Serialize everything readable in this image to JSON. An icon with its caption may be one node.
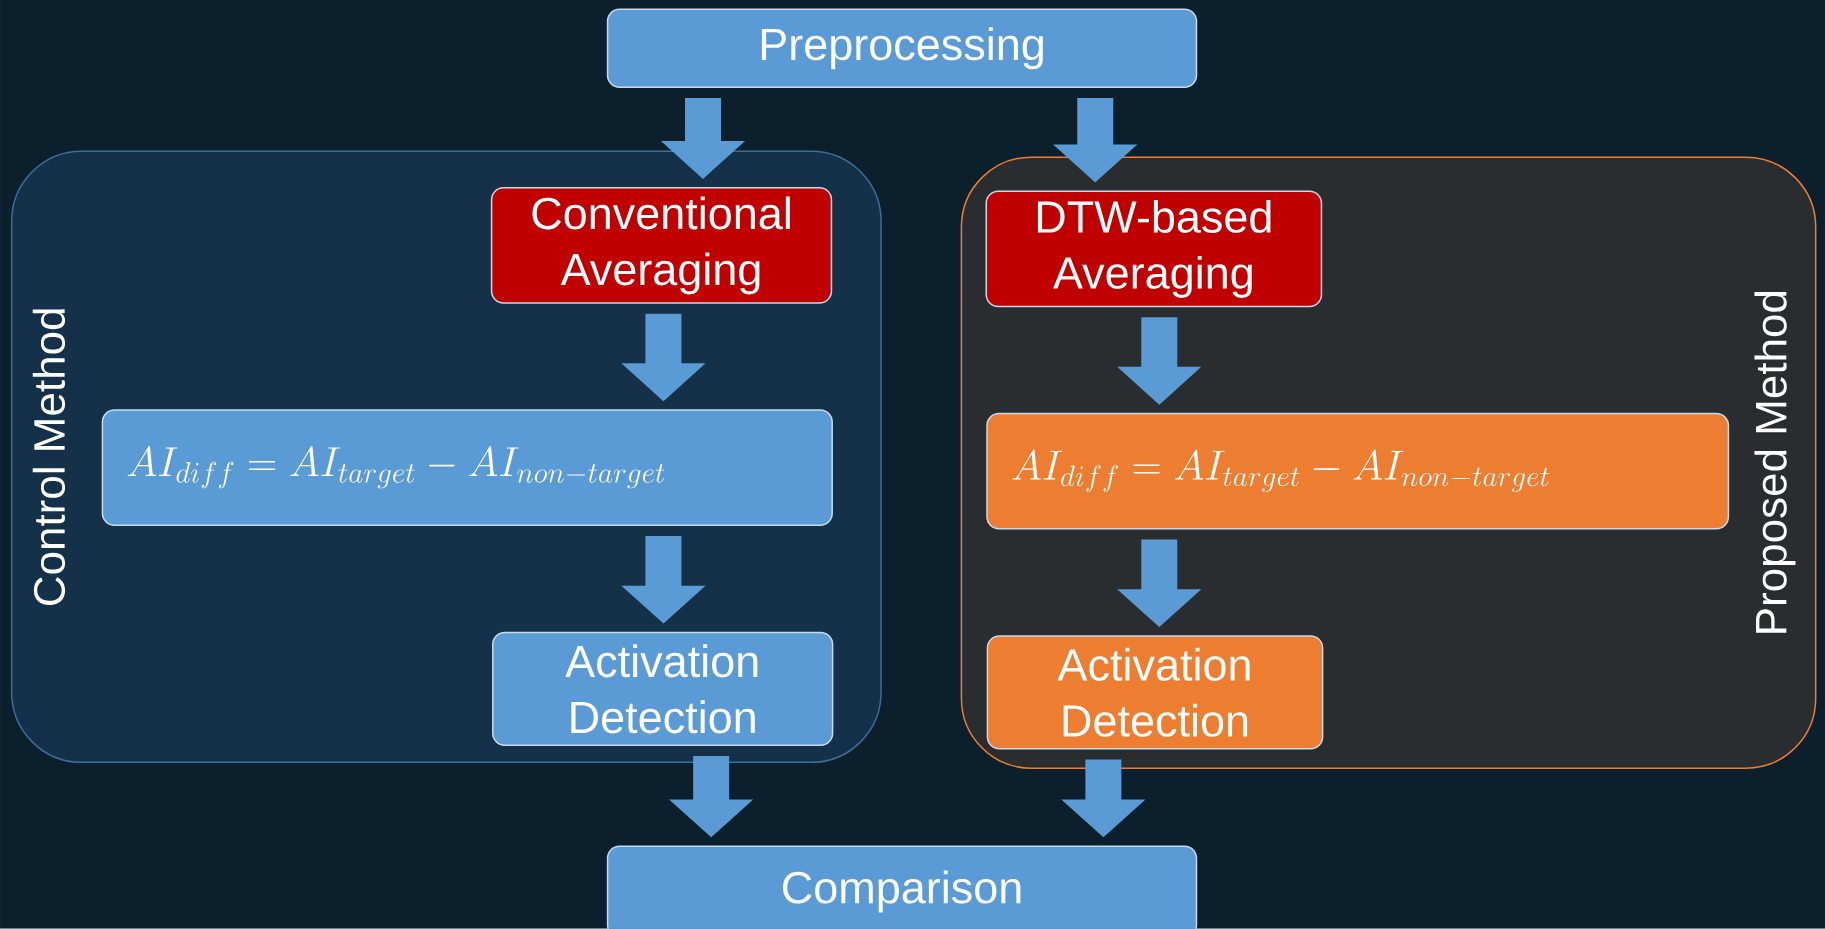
{
  "diagram": {
    "nodes": [
      {
        "text": [
          "Preprocessing"
        ]
      },
      {
        "text": [
          "Control Method"
        ]
      },
      {
        "text": [
          "Conventional Averaging"
        ],
        "in": 1
      },
      {
        "text": [
          "AI_{diff} = AI_{target} - AI_{non-target}"
        ],
        "in": 1
      },
      {
        "text": [
          "Activation Detection"
        ],
        "in": 1
      },
      {
        "text": [
          "Proposed Method"
        ]
      },
      {
        "text": [
          "DTW-based Averaging"
        ],
        "in": 5
      },
      {
        "text": [
          "AI_{diff} = AI_{target} - AI_{non-target}"
        ],
        "in": 5
      },
      {
        "text": [
          "Activation Detection"
        ],
        "in": 5
      },
      {
        "text": [
          "Comparison"
        ]
      }
    ],
    "edges": [
      {
        "from": 0,
        "to": 2,
        "arrow": "to"
      },
      {
        "from": 0,
        "to": 6,
        "arrow": "to"
      },
      {
        "from": 2,
        "to": 3,
        "arrow": "to"
      },
      {
        "from": 6,
        "to": 7,
        "arrow": "to"
      },
      {
        "from": 3,
        "to": 4,
        "arrow": "to"
      },
      {
        "from": 7,
        "to": 8,
        "arrow": "to"
      },
      {
        "from": 4,
        "to": 9,
        "arrow": "to"
      },
      {
        "from": 8,
        "to": 9,
        "arrow": "to"
      }
    ]
  }
}
